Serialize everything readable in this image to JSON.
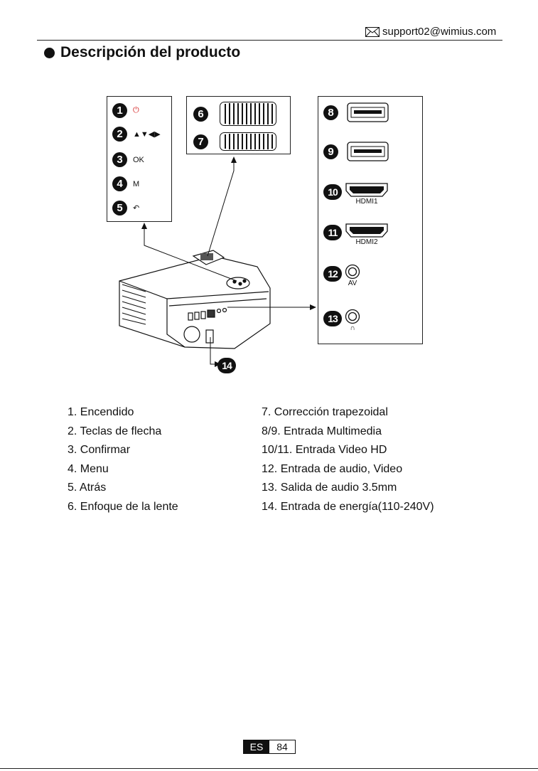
{
  "header": {
    "email": "support02@wimius.com"
  },
  "title": "Descripción del producto",
  "diagram": {
    "controls": [
      {
        "num": "1",
        "symbol": "⏻",
        "color": "#d42020"
      },
      {
        "num": "2",
        "symbol": "▲▼◀▶",
        "color": "#111111"
      },
      {
        "num": "3",
        "symbol": "OK",
        "color": "#111111"
      },
      {
        "num": "4",
        "symbol": "M",
        "color": "#111111"
      },
      {
        "num": "5",
        "symbol": "↶",
        "color": "#111111"
      }
    ],
    "wheels": [
      {
        "num": "6"
      },
      {
        "num": "7"
      }
    ],
    "ports": [
      {
        "num": "8",
        "label": ""
      },
      {
        "num": "9",
        "label": ""
      },
      {
        "num": "10",
        "label": "HDMI1"
      },
      {
        "num": "11",
        "label": "HDMI2"
      },
      {
        "num": "12",
        "label": "AV"
      },
      {
        "num": "13",
        "label": "∩"
      }
    ],
    "power_num": "14"
  },
  "legend": {
    "left": [
      "1. Encendido",
      "2. Teclas de flecha",
      "3. Confirmar",
      "4. Menu",
      "5. Atrás",
      "6. Enfoque de la lente"
    ],
    "right": [
      "7. Corrección trapezoidal",
      "8/9. Entrada Multimedia",
      "10/11. Entrada Video HD",
      "12. Entrada de audio, Video",
      "13. Salida de audio 3.5mm",
      "14. Entrada de energía(110-240V)"
    ]
  },
  "footer": {
    "lang": "ES",
    "page": "84"
  }
}
